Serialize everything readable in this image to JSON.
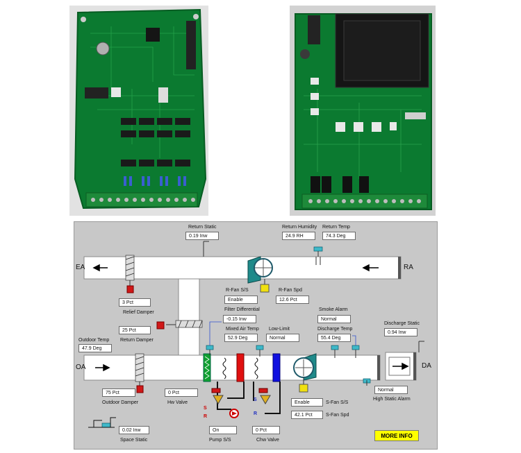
{
  "labels": {
    "return_static": "Return Static",
    "return_humidity": "Return Humidity",
    "return_temp": "Return Temp",
    "r_fan_ss": "R-Fan S/S",
    "r_fan_spd": "R-Fan Spd",
    "relief_damper": "Relief Damper",
    "filter_differential": "Filter Differential",
    "smoke_alarm": "Smoke Alarm",
    "return_damper": "Return Damper",
    "mixed_air_temp": "Mixed Air Temp",
    "low_limit": "Low-Limit",
    "discharge_temp": "Discharge Temp",
    "discharge_static": "Discharge Static",
    "outdoor_temp": "Outdoor Temp",
    "outdoor_damper": "Outdoor Damper",
    "hw_valve": "Hw Valve",
    "s_fan_ss": "S-Fan S/S",
    "s_fan_spd": "S-Fan Spd",
    "high_static_alarm": "High Static Alarm",
    "pump_ss": "Pump S/S",
    "chw_valve": "Chw Valve",
    "space_static": "Space Static",
    "ea": "EA",
    "ra": "RA",
    "oa": "OA",
    "da": "DA",
    "s": "S",
    "r": "R"
  },
  "values": {
    "return_static": "0.19 Inw",
    "return_humidity": "24.9 RH",
    "return_temp": "74.3 Deg",
    "r_fan_ss": "Enable",
    "r_fan_spd": "12.6 Pct",
    "relief_damper": "3 Pct",
    "filter_differential": "-0.15 Inw",
    "smoke_alarm": "Normal",
    "return_damper": "25 Pct",
    "mixed_air_temp": "52.9 Deg",
    "low_limit": "Normal",
    "discharge_temp": "55.4 Deg",
    "discharge_static": "0.94 Inw",
    "outdoor_temp": "47.9 Deg",
    "outdoor_damper": "75 Pct",
    "hw_valve": "0 Pct",
    "s_fan_ss": "Enable",
    "s_fan_spd": "42.1 Pct",
    "high_static_alarm": "Normal",
    "pump_ss": "On",
    "chw_valve": "0 Pct",
    "space_static": "0.02 Inw"
  },
  "buttons": {
    "more_info": "MORE INFO"
  },
  "colors": {
    "panel_bg": "#c8c8c8",
    "duct": "#ffffff",
    "fan": "#1f8a8a",
    "pcb_green": "#0a7a2e",
    "heating_coil": "#e01010",
    "cooling_coil": "#1010e0",
    "filter": "#10a030",
    "damper_actuator": "#d01818",
    "fan_status": "#f0e010",
    "more_info_bg": "#ffff00"
  }
}
